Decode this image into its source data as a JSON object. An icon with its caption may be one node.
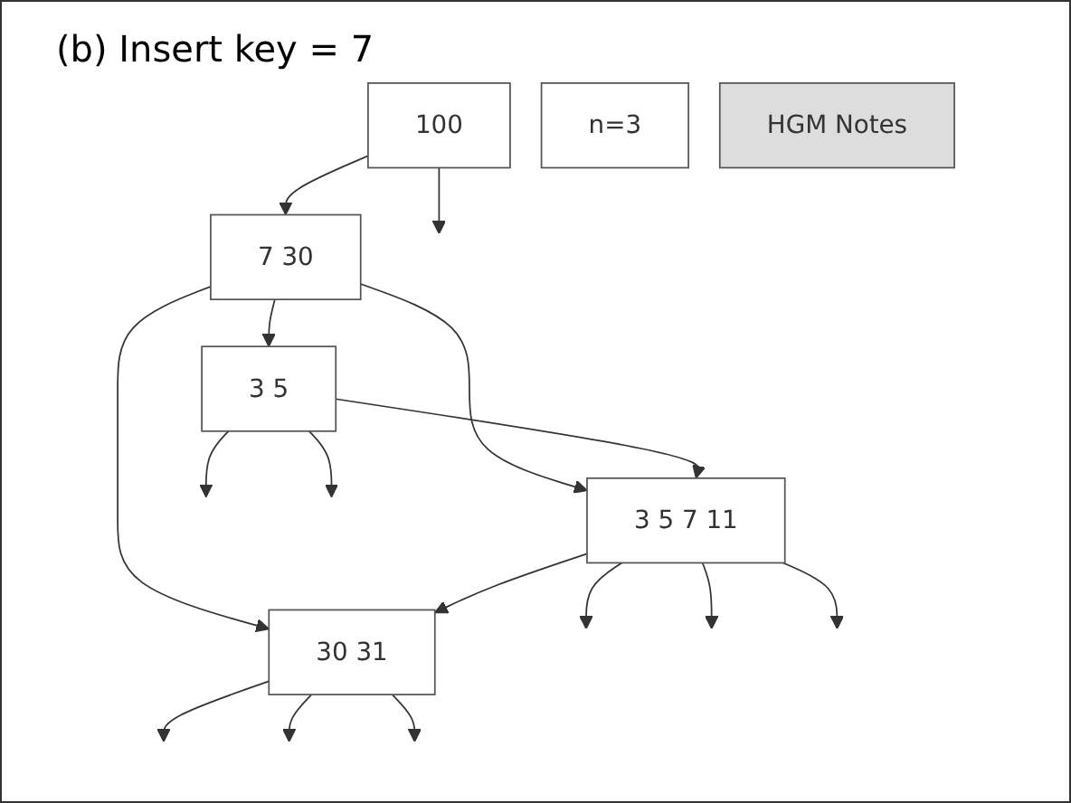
{
  "diagram": {
    "title": "(b) Insert key = 7",
    "nodes": [
      {
        "text": [
          "100"
        ]
      },
      {
        "text": [
          "7 30"
        ]
      },
      {
        "text": [
          "3 5"
        ]
      },
      {
        "text": [
          "3 5 7 11"
        ]
      },
      {
        "text": [
          "30 31"
        ]
      },
      {
        "text": [
          "n=3"
        ]
      },
      {
        "text": [
          "HGM Notes"
        ]
      }
    ],
    "edges": [
      {
        "from": 0,
        "to": 1,
        "arrow": "to"
      },
      {
        "from": 0,
        "to": null,
        "arrow": "to"
      },
      {
        "from": 1,
        "to": 2,
        "arrow": "to"
      },
      {
        "from": 1,
        "to": 3,
        "arrow": "to"
      },
      {
        "from": 1,
        "to": 4,
        "arrow": "to"
      },
      {
        "from": 2,
        "to": 3,
        "arrow": "to"
      },
      {
        "from": 3,
        "to": 4,
        "arrow": "to"
      },
      {
        "from": 4,
        "to": null,
        "arrow": "to"
      },
      {
        "from": 2,
        "to": null,
        "arrow": "to"
      },
      {
        "from": 2,
        "to": null,
        "arrow": "to"
      },
      {
        "from": 3,
        "to": null,
        "arrow": "to"
      },
      {
        "from": 3,
        "to": null,
        "arrow": "to"
      },
      {
        "from": 3,
        "to": null,
        "arrow": "to"
      },
      {
        "from": 4,
        "to": null,
        "arrow": "to"
      },
      {
        "from": 4,
        "to": null,
        "arrow": "to"
      }
    ]
  }
}
